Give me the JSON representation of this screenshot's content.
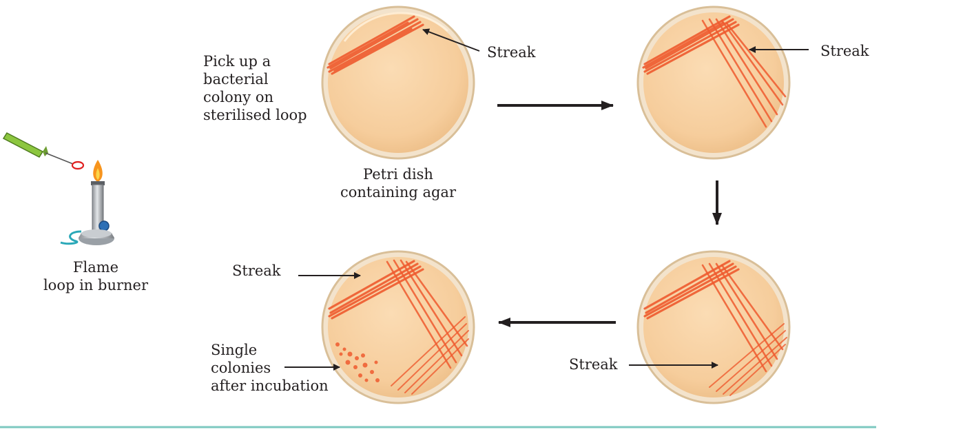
{
  "labels": {
    "pick_up": [
      "Pick up a",
      "bacterial",
      "colony on",
      "sterilised loop"
    ],
    "petri_dish": [
      "Petri dish",
      "containing agar"
    ],
    "flame": [
      "Flame",
      "loop in burner"
    ],
    "streak_1": "Streak",
    "streak_2": "Streak",
    "streak_3": "Streak",
    "streak_4": "Streak",
    "single_colonies": [
      "Single",
      "colonies",
      "after incubation"
    ]
  },
  "colors": {
    "agar": "#f8d4a8",
    "dish_rim": "#e9c495",
    "streak": "#ef5b2f",
    "arrow": "#231f20",
    "footer_rule": "#7cc8c0",
    "burner_tube": "#8cc63f",
    "flame": "#f7941d"
  },
  "icons": [
    "bunsen-burner-icon",
    "inoculating-loop-icon",
    "flame-icon"
  ]
}
